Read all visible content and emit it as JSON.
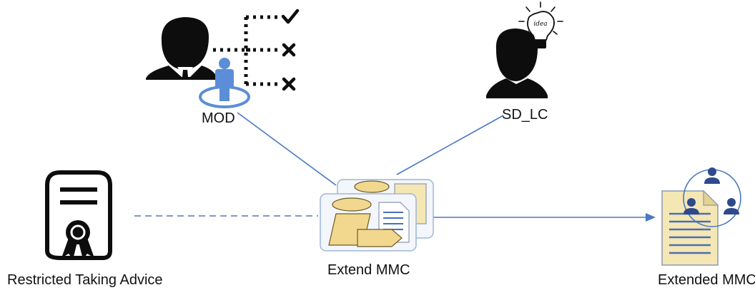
{
  "nodes": {
    "mod": {
      "label": "MOD"
    },
    "sd_lc": {
      "label": "SD_LC",
      "bulb_text": "idea"
    },
    "restricted": {
      "label": "Restricted Taking Advice"
    },
    "extend": {
      "label": "Extend MMC"
    },
    "extended": {
      "label": "Extended MMC"
    }
  },
  "colors": {
    "line": "#4a78c2",
    "figure": "#0d0d0d",
    "person_blue": "#5b8ed6",
    "doc_fill": "#f4e7b4",
    "doc_border": "#8a99b8",
    "doc_lines": "#4a6fb3",
    "process_bg": "#f3f6fb",
    "process_border": "#9fb6d6",
    "shape_fill": "#f2d88f",
    "shape_stroke": "#6b5a2a",
    "network_icon": "#2f4a8c"
  }
}
